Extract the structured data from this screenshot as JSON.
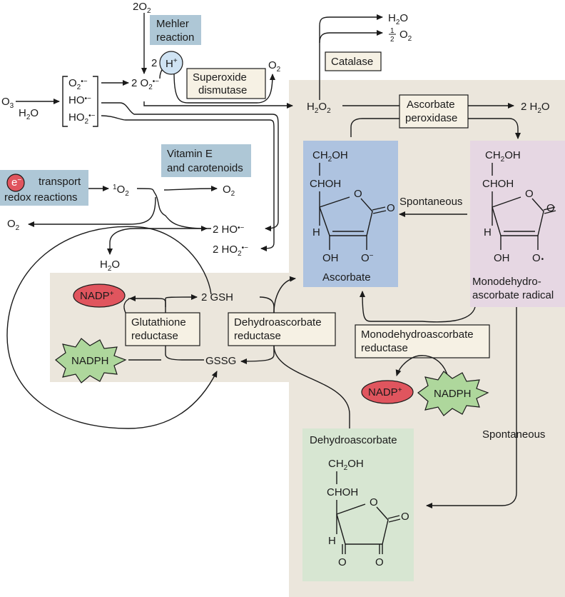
{
  "colors": {
    "beige_panel": "#ebe6dc",
    "ascorbate_bg": "#aec3e0",
    "mdha_bg": "#e6d7e3",
    "dha_bg": "#d7e6d2",
    "label_blue": "#aec7d6",
    "enzyme_box": "#f6f1e4",
    "nadp_red": "#e0555e",
    "nadph_green": "#aed79c",
    "h_plus_blue": "#cfe3f3"
  },
  "icons": [
    "electron-icon",
    "h-plus-icon",
    "nadp-icon",
    "nadph-icon"
  ],
  "labels": {
    "twoO2": "2O",
    "mehler": [
      "Mehler",
      "reaction"
    ],
    "h_coef": "2",
    "h_plus": "H",
    "plus": "+",
    "superoxide_dismutase": [
      "Superoxide",
      "dismutase"
    ],
    "o2_top": "O",
    "catalase": "Catalase",
    "h2o_top": "H",
    "o2_half": "O",
    "half_num": "1",
    "half_den": "2",
    "o3": "O",
    "h2o_left": "H",
    "o2_radical": "O",
    "ho_radical": "HO",
    "ho2_radical": "HO",
    "two_o2_radical": "2 O",
    "h2o2": "H",
    "ascorbate_peroxidase": [
      "Ascorbate",
      "peroxidase"
    ],
    "two_h2o": "2 H",
    "vitamin_e": [
      "Vitamin E",
      "and carotenoids"
    ],
    "electron": "e",
    "transport": "transport",
    "redox": "redox reactions",
    "singlet_o2": "O",
    "singlet_mark": "1",
    "o2_mid": "O",
    "o2_left": "O",
    "two_ho": "2 HO",
    "two_ho2": "2 HO",
    "h2o_mid": "H",
    "nadp_plus": "NADP",
    "nadph": "NADPH",
    "two_gsh": "2 GSH",
    "gssg": "GSSG",
    "glutathione_reductase": [
      "Glutathione",
      "reductase"
    ],
    "dha_reductase": [
      "Dehydroascorbate",
      "reductase"
    ],
    "ascorbate": "Ascorbate",
    "mdha_radical": [
      "Monodehydro-",
      "ascorbate radical"
    ],
    "spontaneous_1": "Spontaneous",
    "mdha_reductase": [
      "Monodehydroascorbate",
      "reductase"
    ],
    "spontaneous_2": "Spontaneous",
    "dehydroascorbate": "Dehydroascorbate",
    "sub2": "2",
    "dot": "•",
    "minus": "−",
    "ch2oh": "CH",
    "oh_tail": "OH",
    "choh": "CHOH",
    "o_ring": "O",
    "h_atom": "H",
    "oh_group": "OH",
    "o_minus": "O",
    "o_radical": "O"
  }
}
